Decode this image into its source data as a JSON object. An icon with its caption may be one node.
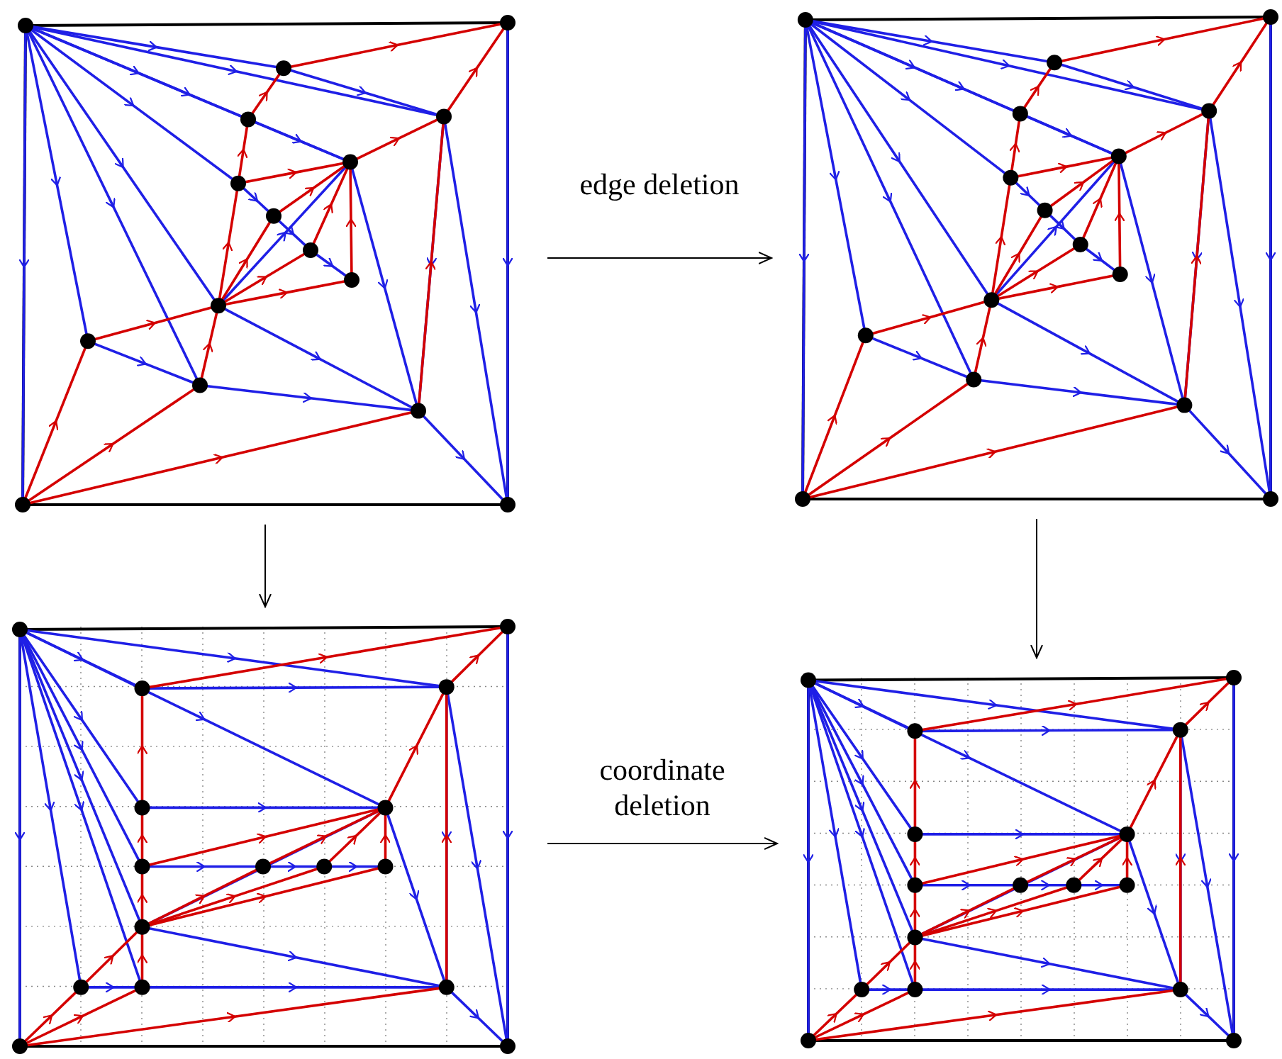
{
  "diagram": {
    "nodes": [
      {
        "text": [],
        "shape": "picture"
      },
      {
        "text": [],
        "shape": "picture"
      },
      {
        "text": [],
        "shape": "picture"
      },
      {
        "text": [],
        "shape": "picture"
      }
    ],
    "edges": [
      {
        "from": 0,
        "to": 1,
        "arrow": "to",
        "label": "edge deletion"
      },
      {
        "from": 0,
        "to": 2,
        "arrow": "to"
      },
      {
        "from": 1,
        "to": 3,
        "arrow": "to"
      },
      {
        "from": 2,
        "to": 3,
        "arrow": "to",
        "label": "coordinate deletion"
      }
    ]
  }
}
